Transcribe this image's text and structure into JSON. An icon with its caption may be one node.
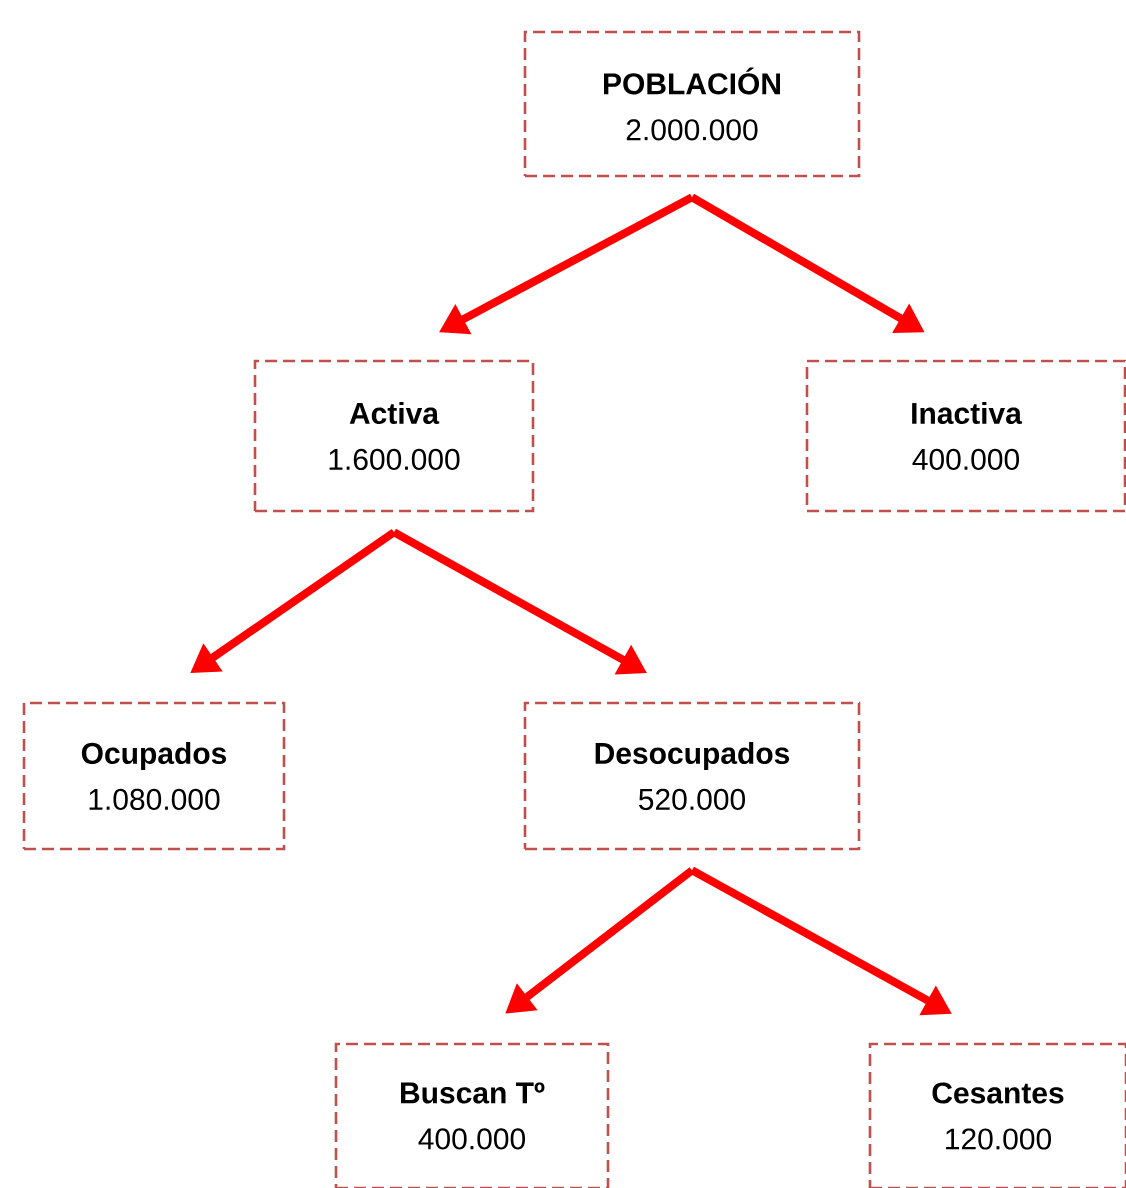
{
  "diagram": {
    "nodes": [
      {
        "text": [
          "POBLACIÓN",
          "2.000.000"
        ]
      },
      {
        "text": [
          "Activa",
          "1.600.000"
        ]
      },
      {
        "text": [
          "Inactiva",
          "400.000"
        ]
      },
      {
        "text": [
          "Ocupados",
          "1.080.000"
        ]
      },
      {
        "text": [
          "Desocupados",
          "520.000"
        ]
      },
      {
        "text": [
          "Buscan Tº",
          "400.000"
        ]
      },
      {
        "text": [
          "Cesantes",
          "120.000"
        ]
      }
    ],
    "edges": [
      {
        "from": 0,
        "to": 1,
        "arrow": "to"
      },
      {
        "from": 0,
        "to": 2,
        "arrow": "to"
      },
      {
        "from": 1,
        "to": 3,
        "arrow": "to"
      },
      {
        "from": 1,
        "to": 4,
        "arrow": "to"
      },
      {
        "from": 4,
        "to": 5,
        "arrow": "to"
      },
      {
        "from": 4,
        "to": 6,
        "arrow": "to"
      }
    ]
  }
}
